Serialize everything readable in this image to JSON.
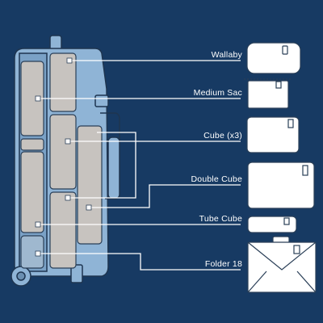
{
  "labels": {
    "wallaby": "Wallaby",
    "medium_sac": "Medium Sac",
    "cube_x3": "Cube (x3)",
    "double_cube": "Double Cube",
    "tube_cube": "Tube Cube",
    "folder_18": "Folder 18"
  },
  "colors": {
    "background": "#173a63",
    "suitcase": "#8fb4d6",
    "suitcase_outline": "#1e3550",
    "packing_cube": "#c7c3bf",
    "line": "#ffffff",
    "product": "#ffffff"
  }
}
